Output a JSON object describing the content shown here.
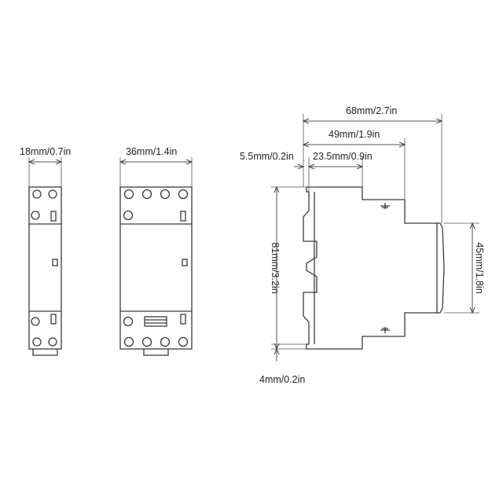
{
  "diagram": {
    "type": "technical-dimension-drawing",
    "subject": "DIN rail modular contactor",
    "views": [
      {
        "name": "front-view-1-module",
        "width_label": "18mm/0.7in",
        "terminals_top": 2,
        "terminals_bottom": 2
      },
      {
        "name": "front-view-2-module",
        "width_label": "36mm/1.4in",
        "terminals_top": 4,
        "terminals_bottom": 4
      },
      {
        "name": "side-view",
        "dimensions": {
          "total_depth": "68mm/2.7in",
          "depth_to_front": "49mm/1.9in",
          "rail_offset": "5.5mm/0.2in",
          "step_depth": "23.5mm/0.9in",
          "height": "81mm/3.2in",
          "front_height": "45mm/1.8in",
          "foot": "4mm/0.2in"
        }
      }
    ]
  },
  "colors": {
    "line": "#3a3a3a",
    "dim_line": "#555555",
    "text": "#222222",
    "background": "#ffffff"
  }
}
